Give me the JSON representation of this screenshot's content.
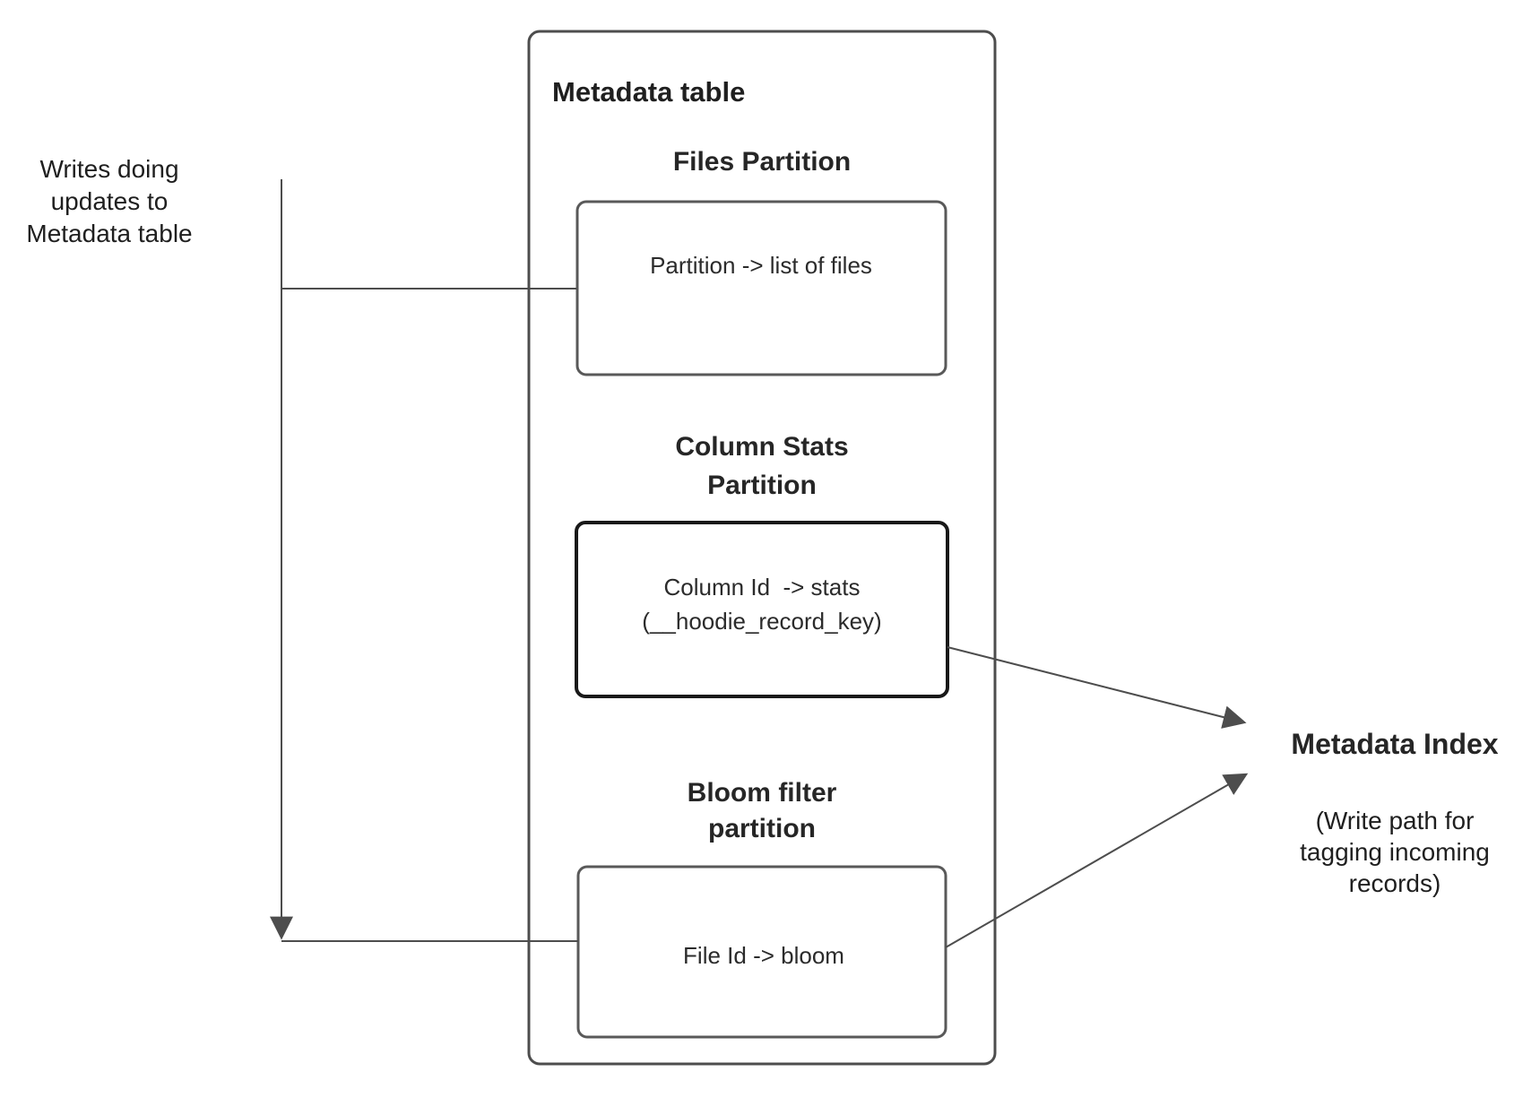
{
  "diagram": {
    "left_label": {
      "lines": [
        "Writes doing",
        "updates to",
        "Metadata table"
      ]
    },
    "container": {
      "title": "Metadata table"
    },
    "sections": [
      {
        "heading_lines": [
          "Files Partition"
        ],
        "box_lines": [
          "Partition -> list of files"
        ]
      },
      {
        "heading_lines": [
          "Column Stats",
          "Partition"
        ],
        "box_lines": [
          "Column Id  -> stats",
          "(__hoodie_record_key)"
        ]
      },
      {
        "heading_lines": [
          "Bloom filter",
          "partition"
        ],
        "box_lines": [
          "File Id -> bloom"
        ]
      }
    ],
    "right_label": {
      "title": "Metadata Index",
      "sub_lines": [
        "(Write path for",
        "tagging incoming",
        "records)"
      ]
    },
    "colors": {
      "background": "#ffffff",
      "line": "#4d4d4d",
      "box_border": "#595959",
      "emphasis_border": "#191919",
      "text": "#1f1f1f"
    }
  }
}
